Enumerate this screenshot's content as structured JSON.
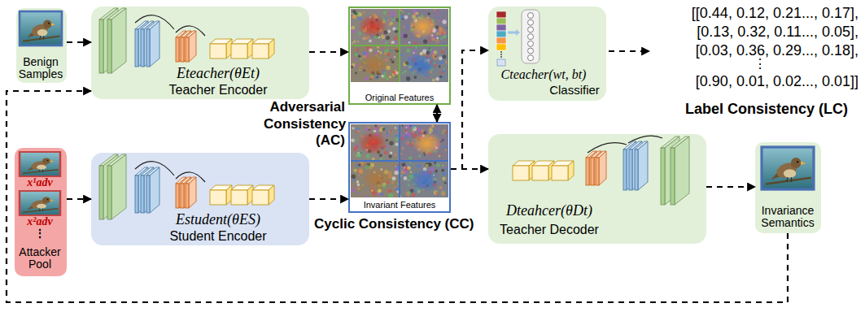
{
  "diagram": {
    "nodes": [
      {
        "text": [
          "Benign Samples"
        ]
      },
      {
        "text": [
          "Eteacher(θEt)",
          "Teacher Encoder"
        ]
      },
      {
        "text": [
          "Original Features"
        ]
      },
      {
        "text": [
          "Cteacher(wt, bt)",
          "Classifier"
        ]
      },
      {
        "text": [
          "x¹adv",
          "x²adv",
          "⋮",
          "Attacker Pool"
        ]
      },
      {
        "text": [
          "Estudent(θES)",
          "Student Encoder"
        ]
      },
      {
        "text": [
          "Invariant Features"
        ]
      },
      {
        "text": [
          "Dteahcer(θDt)",
          "Teacher Decoder"
        ]
      },
      {
        "text": [
          "Invariance Semantics"
        ]
      }
    ],
    "edges": [
      {
        "from": 0,
        "to": 1,
        "arrow": "to"
      },
      {
        "from": 4,
        "to": 5,
        "arrow": "to"
      },
      {
        "from": 1,
        "to": 2,
        "arrow": "to"
      },
      {
        "from": 5,
        "to": 6,
        "arrow": "to"
      },
      {
        "from": 2,
        "to": 6,
        "arrow": "both"
      },
      {
        "from": 6,
        "to": 3,
        "arrow": "to"
      },
      {
        "from": 6,
        "to": 7,
        "arrow": "to"
      },
      {
        "from": 7,
        "to": 8,
        "arrow": "to"
      },
      {
        "from": 8,
        "to": 1,
        "arrow": "to"
      }
    ],
    "labels": [
      "[[0.44, 0.12, 0.21..., 0.17],",
      "[0.13, 0.32, 0.11..., 0.05],",
      "[0.03, 0.36, 0.29..., 0.18],",
      "⋮",
      "[0.90, 0.01, 0.02..., 0.01]]",
      "Label Consistency (LC)",
      "Adversarial Consistency (AC)",
      "Cyclic Consistency (CC)"
    ]
  }
}
